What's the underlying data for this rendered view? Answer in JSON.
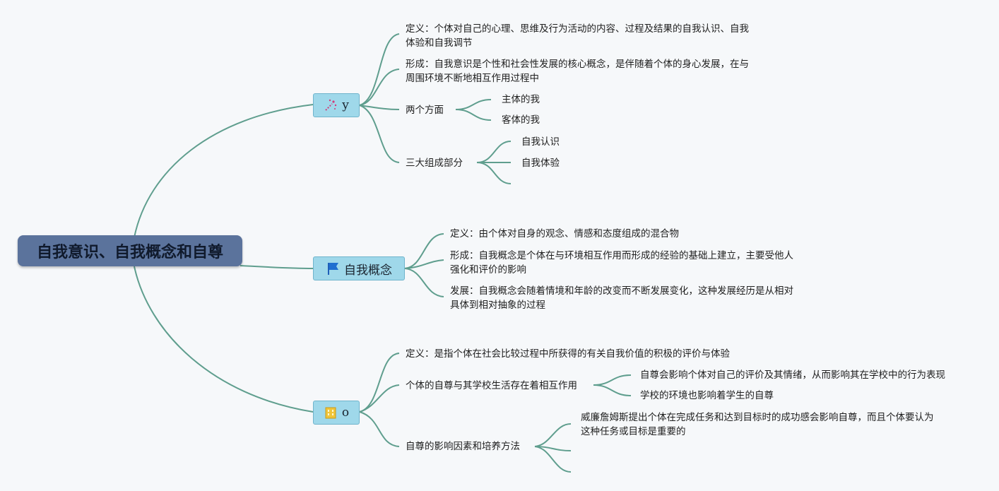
{
  "root": {
    "label": "自我意识、自我概念和自尊"
  },
  "branches": [
    {
      "label": "y",
      "icon": "sparkle-icon",
      "children": [
        {
          "label": "定义：个体对自己的心理、思维及行为活动的内容、过程及结果的自我认识、自我体验和自我调节"
        },
        {
          "label": "形成：自我意识是个性和社会性发展的核心概念，是伴随着个体的身心发展，在与周围环境不断地相互作用过程中"
        },
        {
          "label": "两个方面",
          "children": [
            {
              "label": "主体的我"
            },
            {
              "label": "客体的我"
            }
          ]
        },
        {
          "label": "三大组成部分",
          "children": [
            {
              "label": "自我认识"
            },
            {
              "label": "自我体验"
            },
            {
              "label": ""
            }
          ]
        }
      ]
    },
    {
      "label": "自我概念",
      "icon": "flag-icon",
      "children": [
        {
          "label": "定义：由个体对自身的观念、情感和态度组成的混合物"
        },
        {
          "label": "形成：自我概念是个体在与环境相互作用而形成的经验的基础上建立，主要受他人强化和评价的影响"
        },
        {
          "label": "发展：自我概念会随着情境和年龄的改变而不断发展变化，这种发展经历是从相对具体到相对抽象的过程"
        }
      ]
    },
    {
      "label": "o",
      "icon": "building-icon",
      "children": [
        {
          "label": "定义：是指个体在社会比较过程中所获得的有关自我价值的积极的评价与体验"
        },
        {
          "label": "个体的自尊与其学校生活存在着相互作用",
          "children": [
            {
              "label": "自尊会影响个体对自己的评价及其情绪，从而影响其在学校中的行为表现"
            },
            {
              "label": "学校的环境也影响着学生的自尊"
            }
          ]
        },
        {
          "label": "自尊的影响因素和培养方法",
          "children": [
            {
              "label": "威廉詹姆斯提出个体在完成任务和达到目标时的成功感会影响自尊，而且个体要认为这种任务或目标是重要的"
            },
            {
              "label": ""
            },
            {
              "label": ""
            }
          ]
        }
      ]
    }
  ],
  "colors": {
    "root": "#5b739c",
    "branch": "#9fd8ea",
    "link": "#5f9e8e"
  }
}
